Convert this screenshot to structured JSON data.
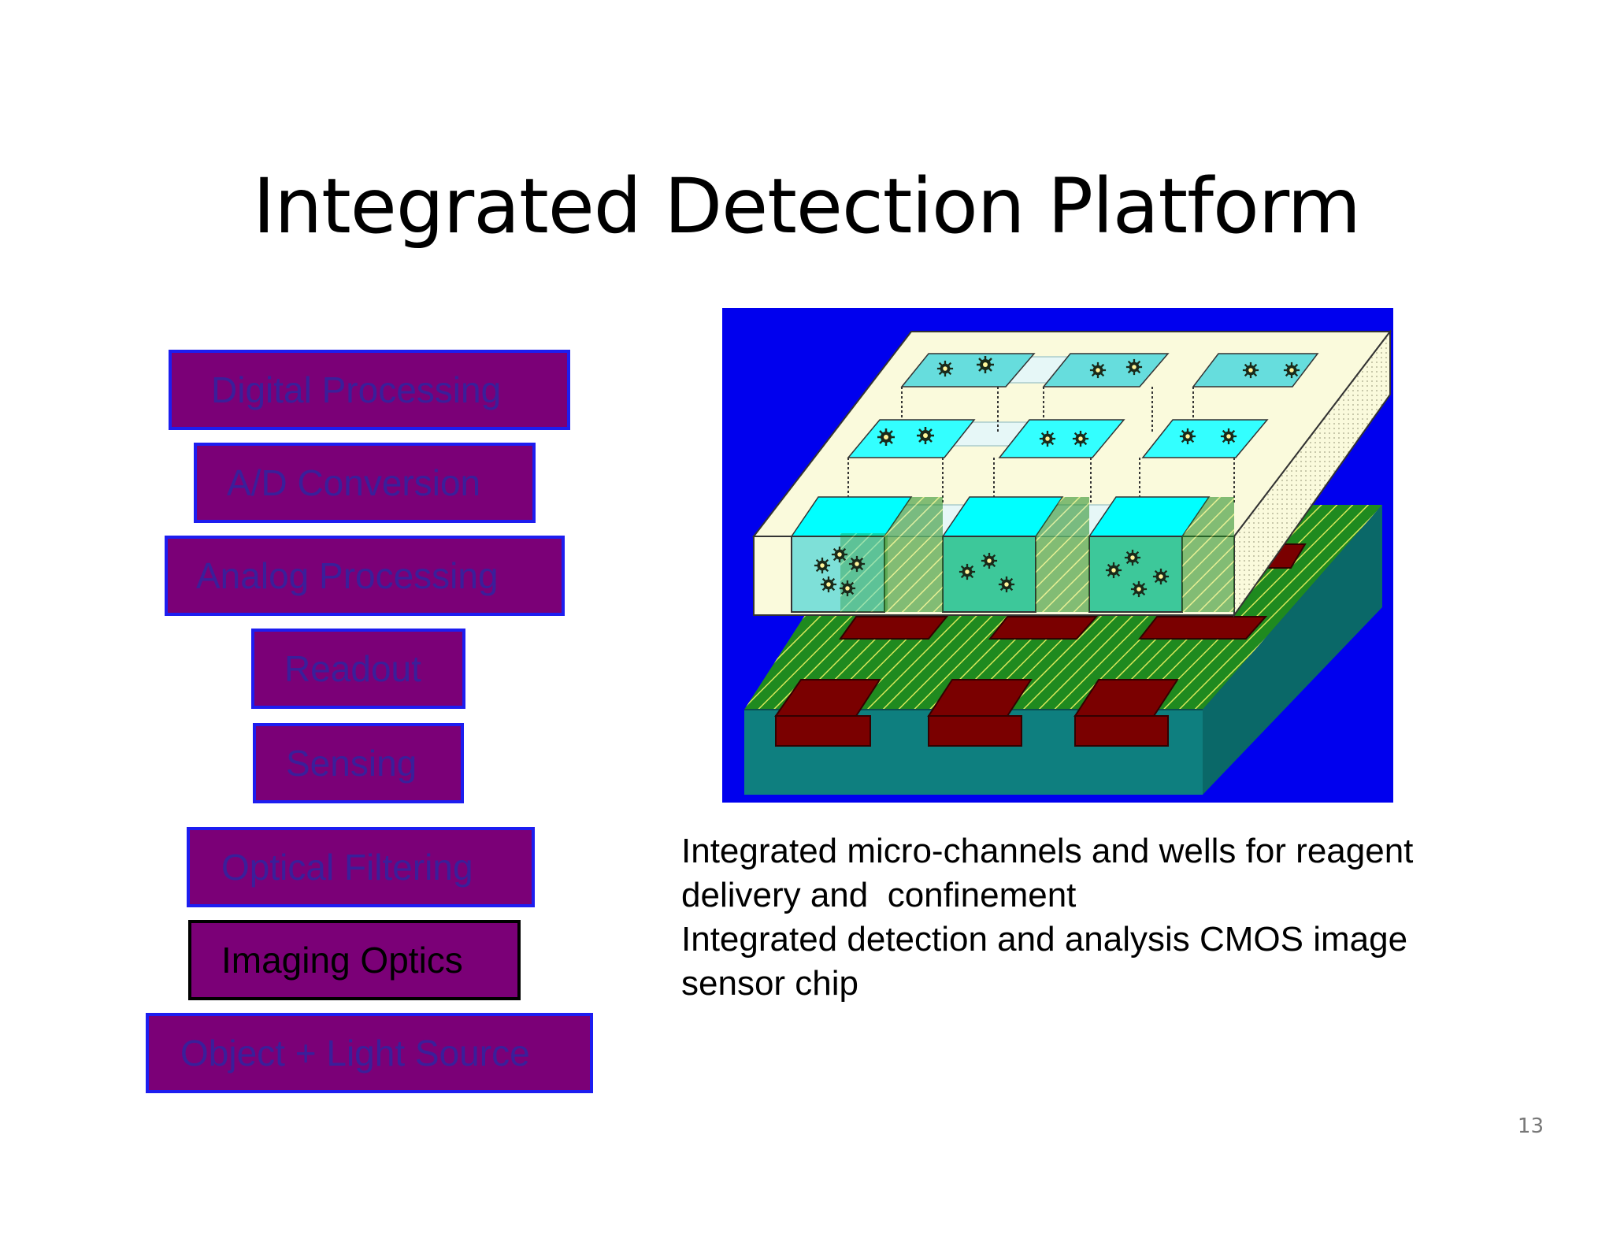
{
  "title": "Integrated Detection Platform",
  "stack": [
    {
      "label": "Digital Processing"
    },
    {
      "label": "A/D Conversion"
    },
    {
      "label": "Analog Processing"
    },
    {
      "label": "Readout"
    },
    {
      "label": "Sensing"
    },
    {
      "label": "Optical Filtering"
    },
    {
      "label": "Imaging Optics"
    },
    {
      "label": "Object + Light Source"
    }
  ],
  "caption": [
    "Integrated micro-channels and wells for reagent",
    "delivery and  confinement",
    "Integrated detection and analysis CMOS image",
    "sensor chip"
  ],
  "page_number": "13",
  "colors": {
    "box_fill": "#7b0077",
    "box_border": "#1d1df0",
    "figure_background": "#0000ee",
    "chip_green": "#1f8a1f",
    "pad_red": "#7a0000",
    "substrate_teal": "#0e7f7f",
    "cartridge_cream": "#fafadc",
    "well_cyan": "#33ffff"
  }
}
